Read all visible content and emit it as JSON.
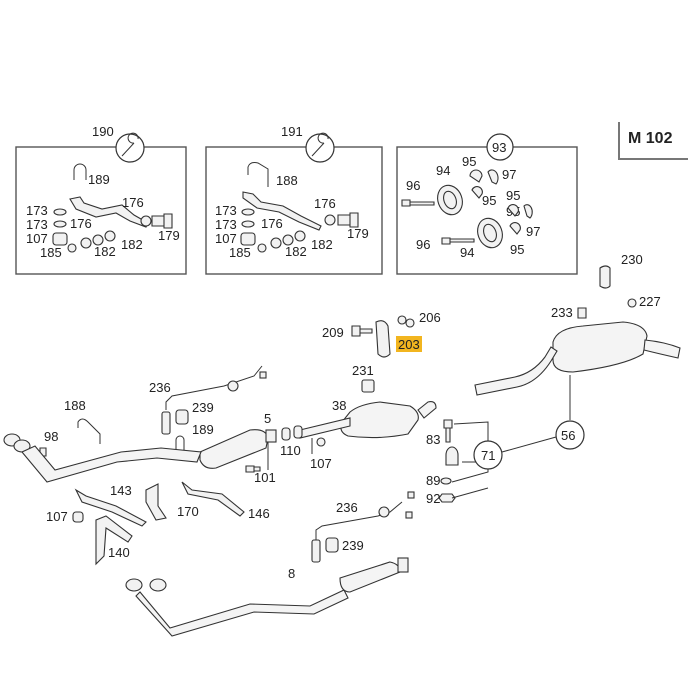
{
  "diagram": {
    "model_label": "M 102",
    "highlighted_part": "203",
    "kits": [
      {
        "number": "190",
        "icon": "wrench-icon",
        "labels": [
          "189",
          "176",
          "173",
          "173",
          "176",
          "107",
          "179",
          "185",
          "182",
          "182"
        ]
      },
      {
        "number": "191",
        "icon": "wrench-icon",
        "labels": [
          "188",
          "176",
          "173",
          "173",
          "176",
          "107",
          "179",
          "185",
          "182",
          "182"
        ]
      },
      {
        "number": "93",
        "labels": [
          "95",
          "94",
          "97",
          "96",
          "95",
          "95",
          "95",
          "97",
          "96",
          "94",
          "95"
        ]
      }
    ],
    "callouts": {
      "p230": "230",
      "p227": "227",
      "p233": "233",
      "p209": "209",
      "p206": "206",
      "p203": "203",
      "p231": "231",
      "p38": "38",
      "p107a": "107",
      "p236a": "236",
      "p239a": "239",
      "p189": "189",
      "p5": "5",
      "p110": "110",
      "p101": "101",
      "p188": "188",
      "p98": "98",
      "p143": "143",
      "p170": "170",
      "p146": "146",
      "p107b": "107",
      "p140": "140",
      "p83": "83",
      "p89": "89",
      "p92": "92",
      "p71": "71",
      "p56": "56",
      "p236b": "236",
      "p239b": "239",
      "p8": "8"
    }
  }
}
